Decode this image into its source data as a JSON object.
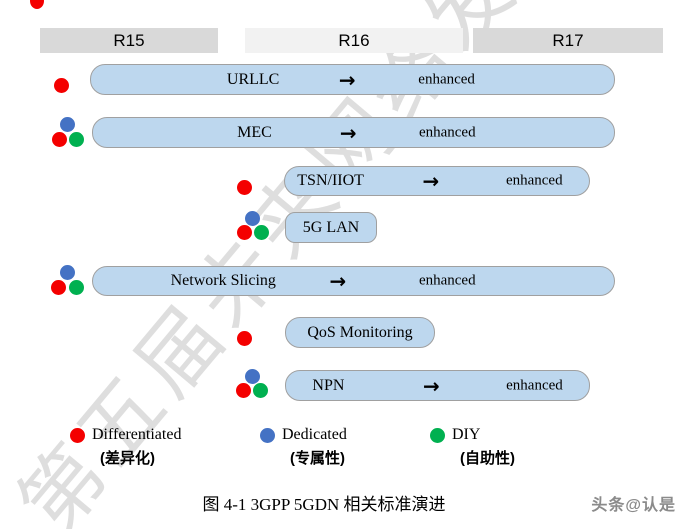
{
  "header": {
    "releases": [
      {
        "label": "R15"
      },
      {
        "label": "R16"
      },
      {
        "label": "R17"
      }
    ]
  },
  "rows": [
    {
      "label": "URLLC",
      "arrow": "→",
      "enhanced": "enhanced",
      "dots": [
        "differentiated"
      ]
    },
    {
      "label": "MEC",
      "arrow": "→",
      "enhanced": "enhanced",
      "dots": [
        "differentiated",
        "dedicated",
        "diy"
      ]
    },
    {
      "label": "TSN/IIOT",
      "arrow": "→",
      "enhanced": "enhanced",
      "dots": [
        "differentiated"
      ]
    },
    {
      "label": "5G LAN",
      "dots": [
        "differentiated",
        "dedicated",
        "diy"
      ]
    },
    {
      "label": "Network Slicing",
      "arrow": "→",
      "enhanced": "enhanced",
      "dots": [
        "differentiated",
        "dedicated",
        "diy"
      ]
    },
    {
      "label": "QoS Monitoring",
      "dots": [
        "differentiated"
      ]
    },
    {
      "label": "NPN",
      "arrow": "→",
      "enhanced": "enhanced",
      "dots": [
        "differentiated",
        "dedicated",
        "diy"
      ]
    }
  ],
  "legend": [
    {
      "label": "Differentiated",
      "sub": "(差异化)",
      "color": "#f40000"
    },
    {
      "label": "Dedicated",
      "sub": "(专属性)",
      "color": "#4472c4"
    },
    {
      "label": "DIY",
      "sub": "(自助性)",
      "color": "#00b050"
    }
  ],
  "caption": "图 4-1  3GPP 5GDN 相关标准演进",
  "byline": "头条@认是",
  "watermark": "第五届未来网络发展大会",
  "colors": {
    "red": "#f40000",
    "blue": "#4472c4",
    "green": "#00b050",
    "pill_fill": "#bdd7ee",
    "pill_border": "#a0a0a0",
    "bar_dark": "#d9d9d9",
    "bar_light": "#f2f2f2"
  }
}
